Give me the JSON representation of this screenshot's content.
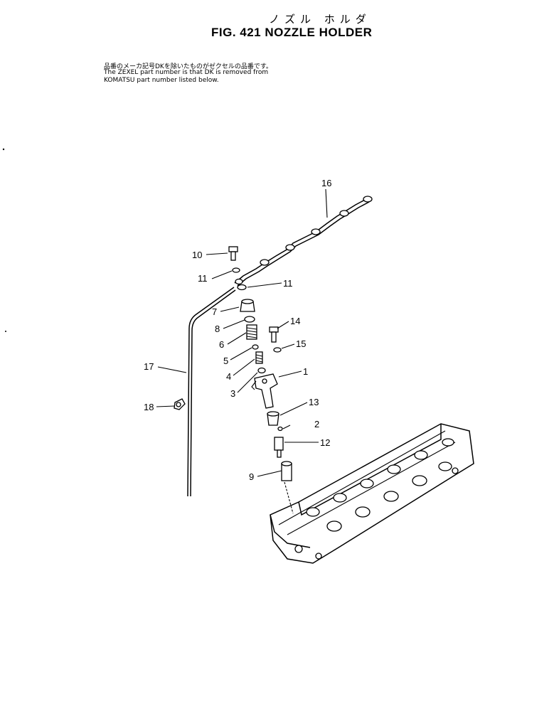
{
  "figure": {
    "jp_title": "ノズル ホルダ",
    "title": "FIG. 421  NOZZLE HOLDER"
  },
  "notes": [
    "品番のメーカ記号DKを除いたものがゼクセルの品番です。",
    "The ZEXEL part number is that DK is removed from",
    "KOMATSU part number listed below."
  ],
  "callouts": {
    "c1": "1",
    "c2": "2",
    "c3": "3",
    "c4": "4",
    "c5": "5",
    "c6": "6",
    "c7": "7",
    "c8": "8",
    "c9": "9",
    "c10": "10",
    "c11a": "11",
    "c11b": "11",
    "c12": "12",
    "c13": "13",
    "c14": "14",
    "c15": "15",
    "c16": "16",
    "c17": "17",
    "c18": "18"
  }
}
